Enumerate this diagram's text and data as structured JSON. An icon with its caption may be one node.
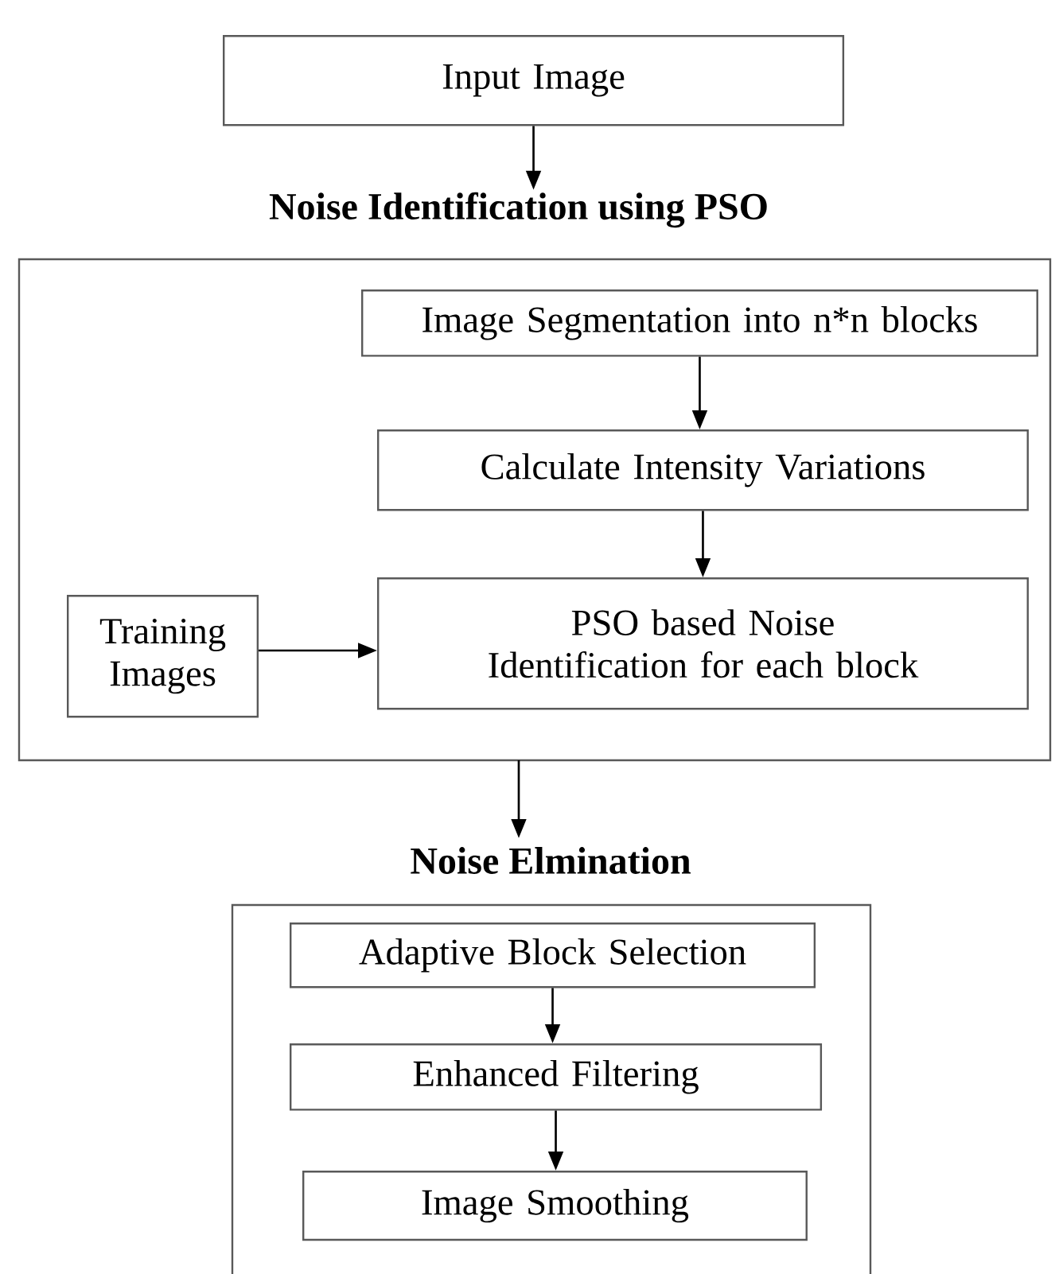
{
  "diagram": {
    "nodes": [
      {
        "text": [
          "Input Image"
        ]
      },
      {
        "text": [
          "Noise Identification using PSO"
        ]
      },
      {
        "text": [
          "Image Segmentation into n*n blocks"
        ],
        "in": 1
      },
      {
        "text": [
          "Calculate Intensity Variations"
        ],
        "in": 1
      },
      {
        "text": [
          "Training Images"
        ],
        "in": 1
      },
      {
        "text": [
          "PSO based Noise Identification for each block"
        ],
        "in": 1
      },
      {
        "text": [
          "Noise Elmination"
        ]
      },
      {
        "text": [
          "Adaptive Block Selection"
        ],
        "in": 6
      },
      {
        "text": [
          "Enhanced Filtering"
        ],
        "in": 6
      },
      {
        "text": [
          "Image Smoothing"
        ],
        "in": 6
      }
    ],
    "edges": [
      {
        "from": 0,
        "to": 1,
        "arrow": "to"
      },
      {
        "from": 2,
        "to": 3,
        "arrow": "to"
      },
      {
        "from": 3,
        "to": 5,
        "arrow": "to"
      },
      {
        "from": 4,
        "to": 5,
        "arrow": "to"
      },
      {
        "from": 1,
        "to": 6,
        "arrow": "to"
      },
      {
        "from": 7,
        "to": 8,
        "arrow": "to"
      },
      {
        "from": 8,
        "to": 9,
        "arrow": "to"
      }
    ]
  }
}
